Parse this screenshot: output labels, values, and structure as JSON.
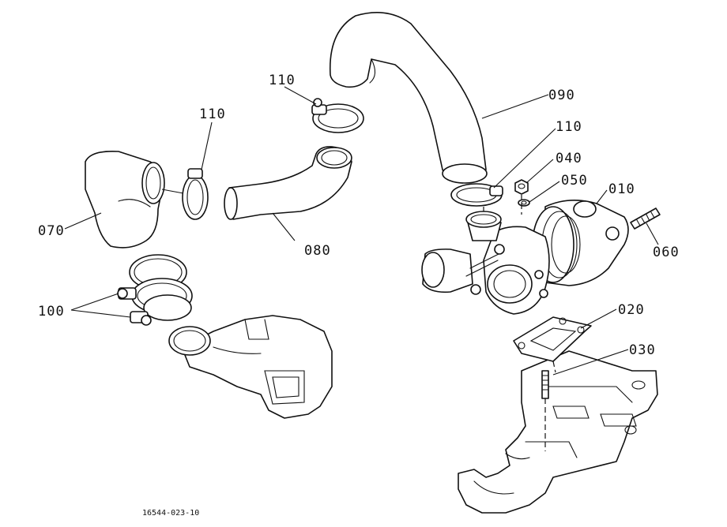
{
  "callouts": {
    "c010": "010",
    "c020": "020",
    "c030": "030",
    "c040": "040",
    "c050": "050",
    "c060": "060",
    "c070": "070",
    "c080": "080",
    "c090": "090",
    "c100": "100",
    "c110a": "110",
    "c110b": "110",
    "c110c": "110"
  },
  "drawing_code": "16544-023-10"
}
